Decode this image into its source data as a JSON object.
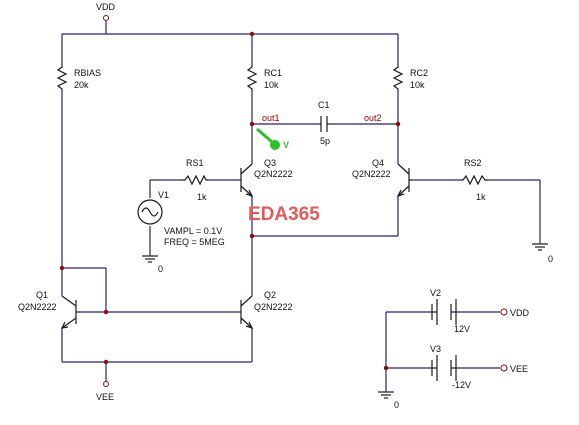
{
  "rails": {
    "vdd_top": "VDD",
    "vee_bottom": "VEE"
  },
  "resistors": {
    "rbias": {
      "name": "RBIAS",
      "value": "20k"
    },
    "rc1": {
      "name": "RC1",
      "value": "10k"
    },
    "rc2": {
      "name": "RC2",
      "value": "10k"
    },
    "rs1": {
      "name": "RS1",
      "value": "1k"
    },
    "rs2": {
      "name": "RS2",
      "value": "1k"
    }
  },
  "capacitor": {
    "name": "C1",
    "value": "5p"
  },
  "nets": {
    "out1": "out1",
    "out2": "out2"
  },
  "probe": {
    "label": "V",
    "color": "#2fbf2f"
  },
  "transistors": {
    "q1": {
      "name": "Q1",
      "model": "Q2N2222"
    },
    "q2": {
      "name": "Q2",
      "model": "Q2N2222"
    },
    "q3": {
      "name": "Q3",
      "model": "Q2N2222"
    },
    "q4": {
      "name": "Q4",
      "model": "Q2N2222"
    }
  },
  "source_v1": {
    "name": "V1",
    "vampl": "VAMPL = 0.1V",
    "freq": "FREQ = 5MEG"
  },
  "grounds": {
    "g1": "0",
    "g2": "0",
    "g3": "0"
  },
  "supplies": {
    "v2": {
      "name": "V2",
      "value": "12V",
      "port": "VDD"
    },
    "v3": {
      "name": "V3",
      "value": "-12V",
      "port": "VEE"
    }
  },
  "watermark": "EDA365",
  "colors": {
    "wire": "#2f1f7a",
    "component": "#1a1a1a",
    "net_label": "#a10000",
    "watermark": "#e25b5b",
    "probe": "#2fbf2f"
  }
}
